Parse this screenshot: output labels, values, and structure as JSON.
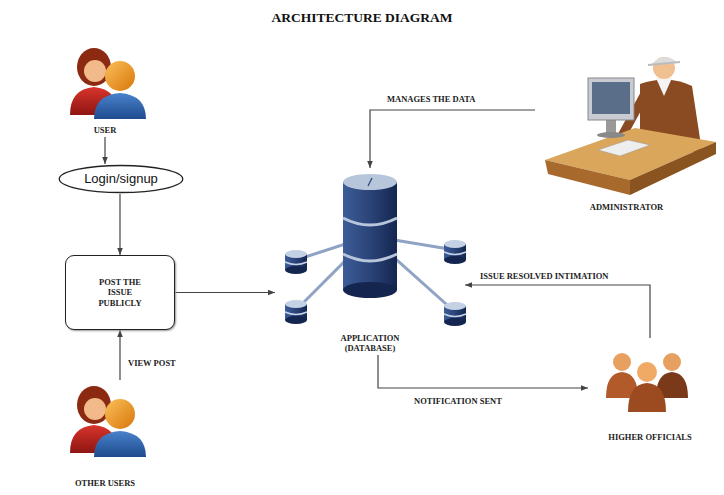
{
  "diagram": {
    "title": "ARCHITECTURE DIAGRAM",
    "nodes": [
      {
        "text": [
          "USER"
        ]
      },
      {
        "text": [
          "Login/signup"
        ]
      },
      {
        "text": [
          "POST THE ISSUE PUBLICLY"
        ]
      },
      {
        "text": [
          "OTHER USERS"
        ]
      },
      {
        "text": [
          "APPLICATION (DATABASE)"
        ]
      },
      {
        "text": [
          "ADMINISTRATOR"
        ]
      },
      {
        "text": [
          "HIGHER OFFICIALS"
        ]
      }
    ],
    "edges": [
      {
        "from": 0,
        "to": 1,
        "arrow": "to"
      },
      {
        "from": 1,
        "to": 2,
        "arrow": "to"
      },
      {
        "from": 3,
        "to": 2,
        "label": "VIEW POST",
        "arrow": "to"
      },
      {
        "from": 2,
        "to": 4,
        "arrow": "to"
      },
      {
        "from": 5,
        "to": 4,
        "label": "MANAGES THE DATA",
        "arrow": "to"
      },
      {
        "from": 6,
        "to": 4,
        "label": "ISSUE RESOLVED INTIMATION",
        "arrow": "to"
      },
      {
        "from": 4,
        "to": 6,
        "label": "NOTIFICATION SENT",
        "arrow": "to"
      }
    ]
  }
}
